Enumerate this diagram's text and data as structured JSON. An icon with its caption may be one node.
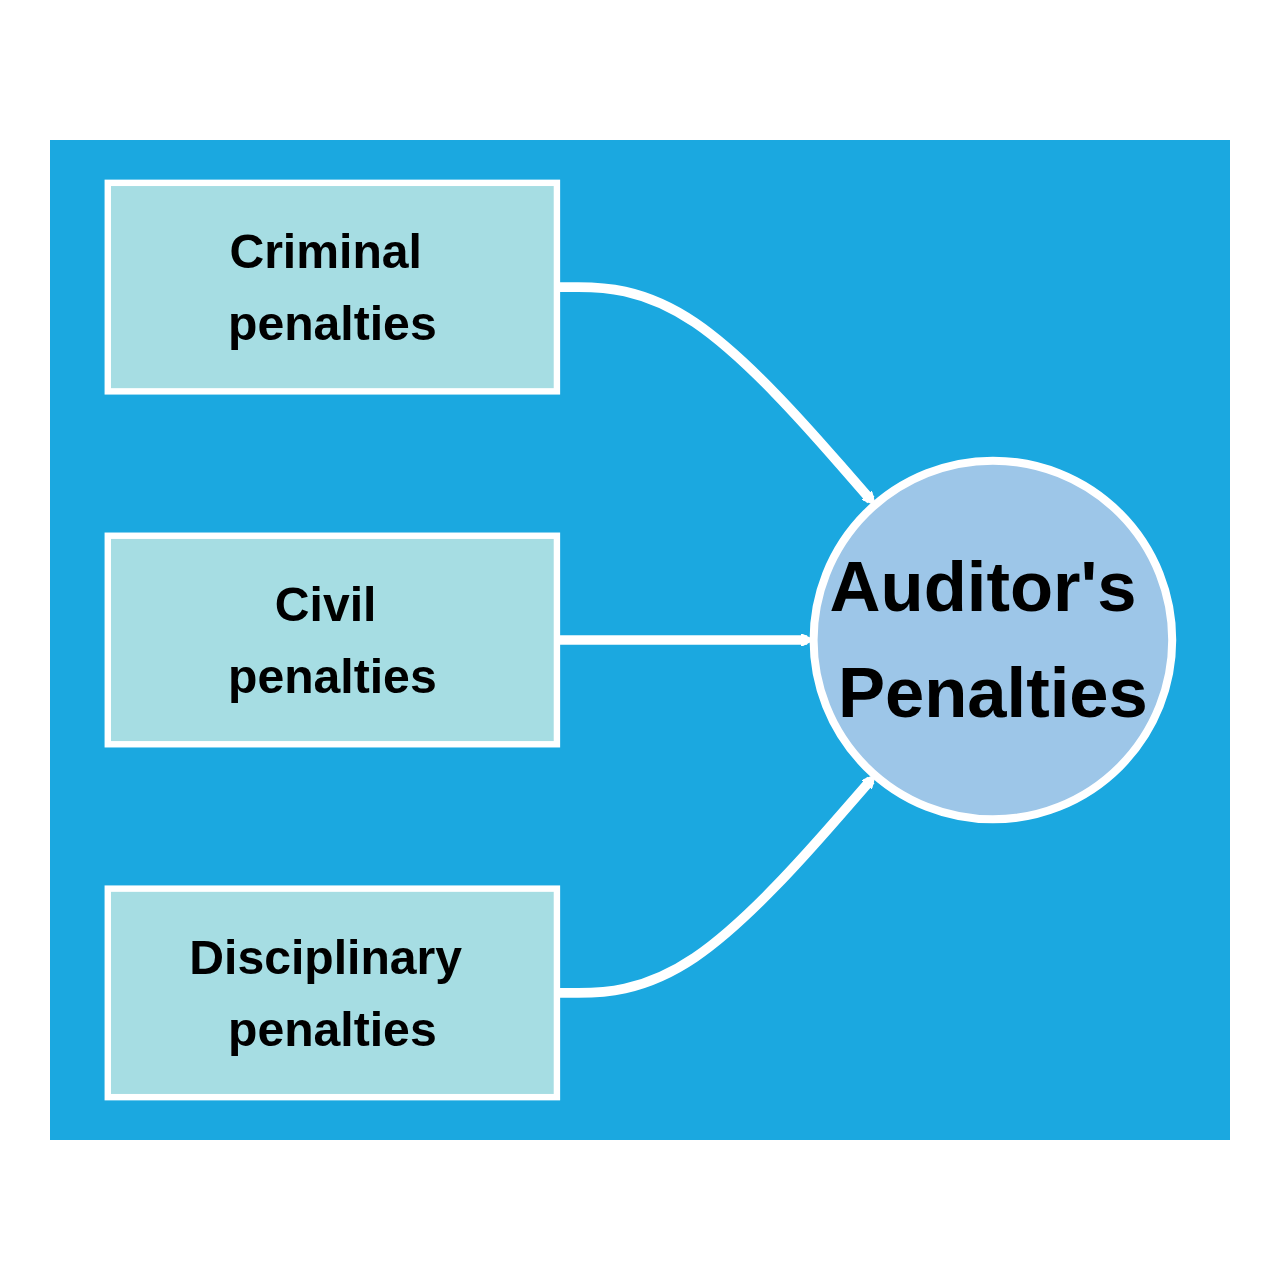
{
  "diagram": {
    "nodes": [
      {
        "text": [
          "Criminal penalties"
        ]
      },
      {
        "text": [
          "Civil penalties"
        ]
      },
      {
        "text": [
          "Disciplinary penalties"
        ]
      },
      {
        "text": [
          "Auditor's Penalties"
        ]
      }
    ],
    "edges": [
      {
        "from": 0,
        "to": 3,
        "arrow": "to"
      },
      {
        "from": 1,
        "to": 3,
        "arrow": "to"
      },
      {
        "from": 2,
        "to": 3,
        "arrow": "to"
      }
    ]
  }
}
